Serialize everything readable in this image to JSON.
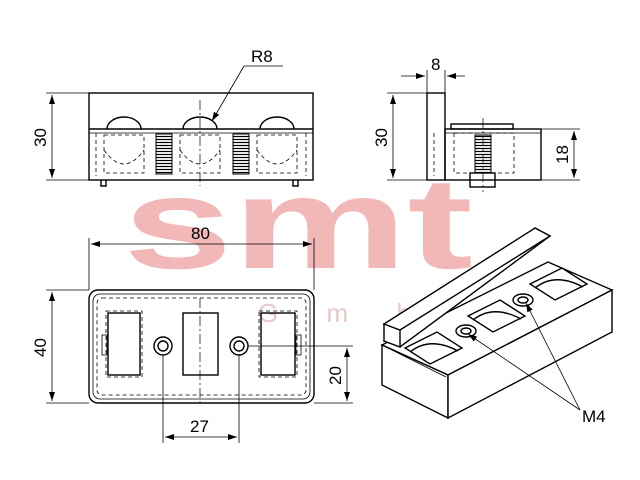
{
  "watermark": {
    "main": "smt",
    "sub": "G m b H",
    "color": "#f2b7b7"
  },
  "dimensions": {
    "radius": "R8",
    "front_height": "30",
    "side_width": "8",
    "side_height": "30",
    "side_lower_height": "18",
    "top_length": "80",
    "top_width": "40",
    "hole_offset": "20",
    "hole_spacing": "27",
    "thread": "M4"
  }
}
